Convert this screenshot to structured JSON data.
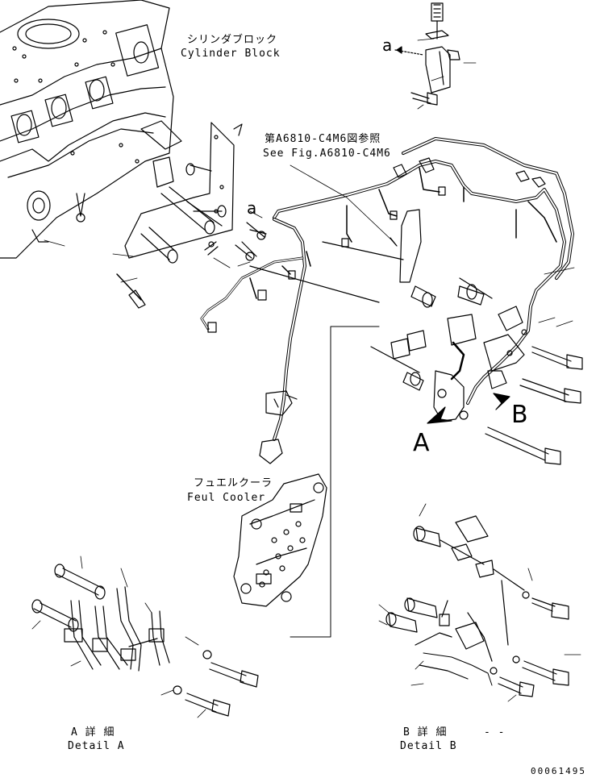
{
  "labels": {
    "cylinder_block_jp": "シリンダブロック",
    "cylinder_block_en": "Cylinder Block",
    "see_fig_jp": "第A6810-C4M6図参照",
    "see_fig_en": "See Fig.A6810-C4M6",
    "fuel_cooler_jp": "フュエルクーラ",
    "fuel_cooler_en": "Feul Cooler",
    "detail_a_jp": "A 詳 細",
    "detail_a_en": "Detail A",
    "detail_b_jp": "B 詳 細",
    "detail_b_en": "Detail B",
    "detail_b_dash": "- -",
    "callout_a_big": "A",
    "callout_b_big": "B",
    "callout_a_small_top": "a",
    "callout_a_small_mid": "a",
    "figure_code": "00061495"
  }
}
